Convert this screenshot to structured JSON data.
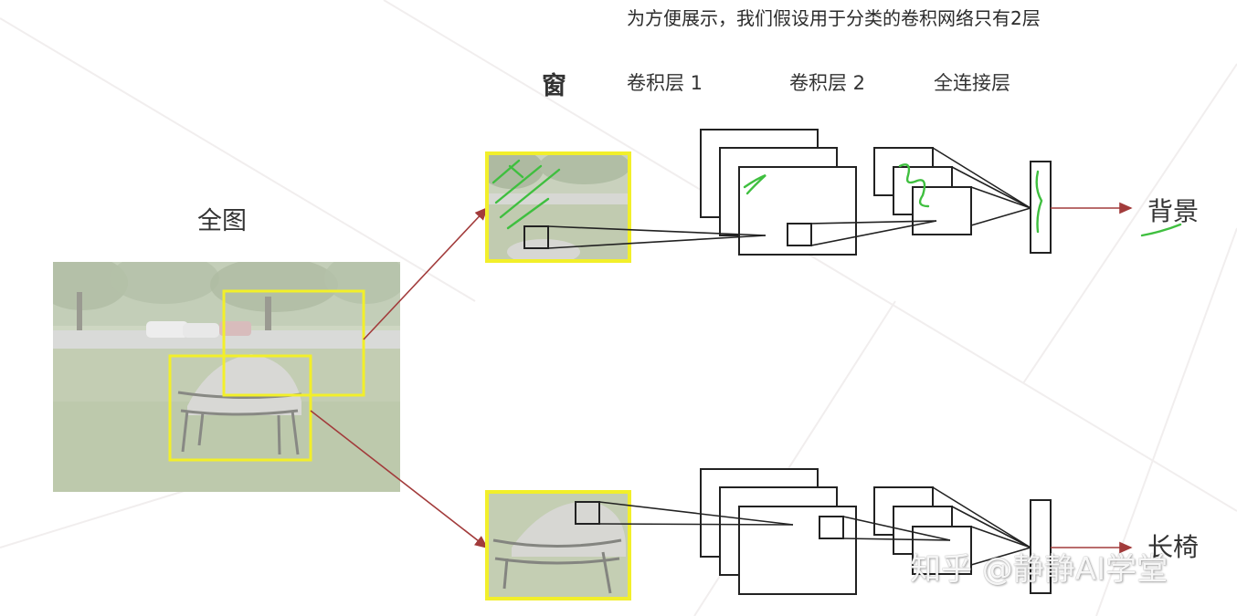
{
  "top_note": "为方便展示，我们假设用于分类的卷积网络只有2层",
  "headers": {
    "window": "窗",
    "conv1": "卷积层 1",
    "conv2": "卷积层 2",
    "fc": "全连接层"
  },
  "full_image_label": "全图",
  "outputs": {
    "top": "背景",
    "bottom": "长椅"
  },
  "watermark": "知乎 @静静AI学堂",
  "colors": {
    "window_box": "#f2ef2a",
    "arrow": "#a23b3b",
    "network": "#222222",
    "annotation": "#3fbf3f"
  },
  "icons": [
    "park-photo",
    "window-crop-park",
    "window-crop-bench"
  ]
}
